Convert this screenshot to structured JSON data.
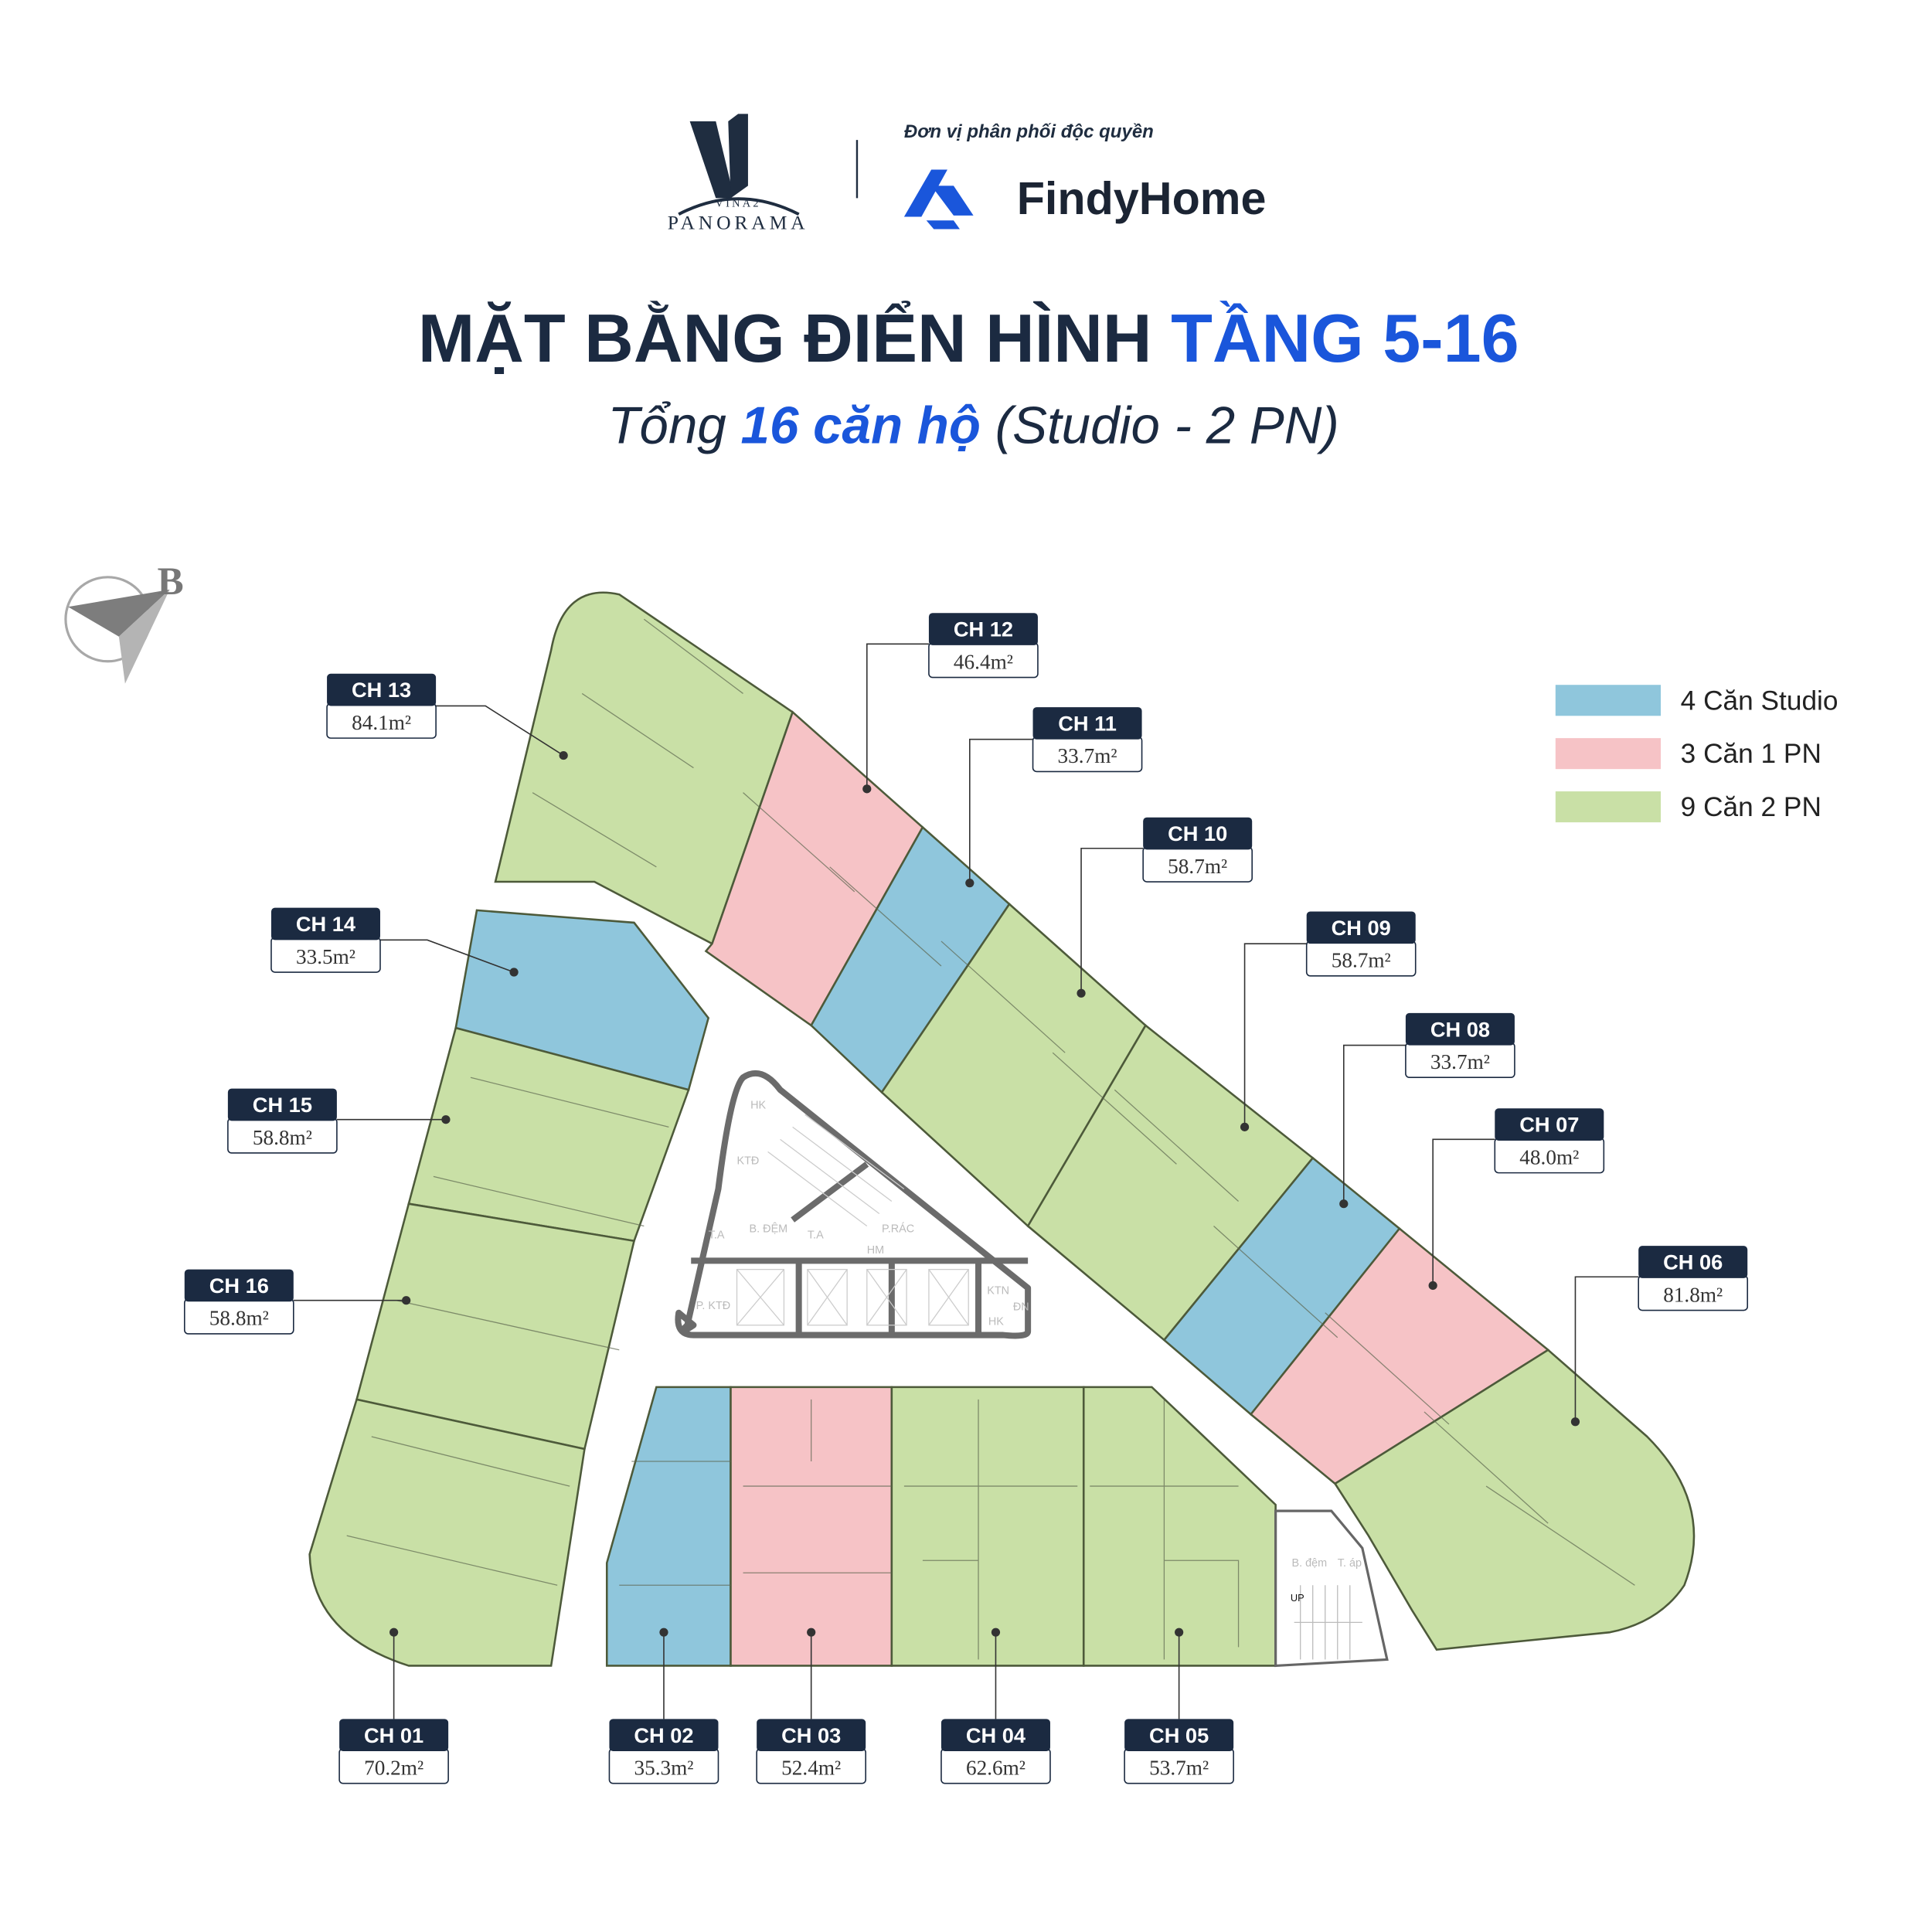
{
  "header": {
    "logo_left": {
      "small": "VINA2",
      "big": "PANORAMA"
    },
    "distributor_caption": "Đơn vị phân phối độc quyền",
    "distributor_name": "FindyHome"
  },
  "title": {
    "part1": "MẶT BẰNG ĐIỂN HÌNH ",
    "part2": "TẦNG 5-16"
  },
  "subtitle": {
    "part1": "Tổng ",
    "part2": "16 căn hộ",
    "part3": " (Studio - 2 PN)"
  },
  "compass": {
    "label": "B"
  },
  "colors": {
    "navy": "#1b2a41",
    "blue_accent": "#1a56db",
    "studio": "#8fc6dc",
    "one_bed": "#f6c3c6",
    "two_bed": "#c9e0a6"
  },
  "legend": [
    {
      "type": "studio",
      "label": "4 Căn Studio"
    },
    {
      "type": "one_bed",
      "label": "3 Căn 1 PN"
    },
    {
      "type": "two_bed",
      "label": "9 Căn 2 PN"
    }
  ],
  "units": [
    {
      "id": "CH 01",
      "area": "70.2m²",
      "type": "two_bed"
    },
    {
      "id": "CH 02",
      "area": "35.3m²",
      "type": "studio"
    },
    {
      "id": "CH 03",
      "area": "52.4m²",
      "type": "one_bed"
    },
    {
      "id": "CH 04",
      "area": "62.6m²",
      "type": "two_bed"
    },
    {
      "id": "CH 05",
      "area": "53.7m²",
      "type": "two_bed"
    },
    {
      "id": "CH 06",
      "area": "81.8m²",
      "type": "two_bed"
    },
    {
      "id": "CH 07",
      "area": "48.0m²",
      "type": "one_bed"
    },
    {
      "id": "CH 08",
      "area": "33.7m²",
      "type": "studio"
    },
    {
      "id": "CH 09",
      "area": "58.7m²",
      "type": "two_bed"
    },
    {
      "id": "CH 10",
      "area": "58.7m²",
      "type": "two_bed"
    },
    {
      "id": "CH 11",
      "area": "33.7m²",
      "type": "studio"
    },
    {
      "id": "CH 12",
      "area": "46.4m²",
      "type": "one_bed"
    },
    {
      "id": "CH 13",
      "area": "84.1m²",
      "type": "two_bed"
    },
    {
      "id": "CH 14",
      "area": "33.5m²",
      "type": "studio"
    },
    {
      "id": "CH 15",
      "area": "58.8m²",
      "type": "two_bed"
    },
    {
      "id": "CH 16",
      "area": "58.8m²",
      "type": "two_bed"
    }
  ],
  "core_labels": [
    "HK",
    "KTĐ",
    "B. ĐỆM",
    "T.A",
    "T.A",
    "HM",
    "P.RÁC",
    "P. KTĐ",
    "KTN",
    "ĐN",
    "HK"
  ],
  "stair_labels": [
    "B. đệm",
    "T. áp",
    "UP"
  ]
}
